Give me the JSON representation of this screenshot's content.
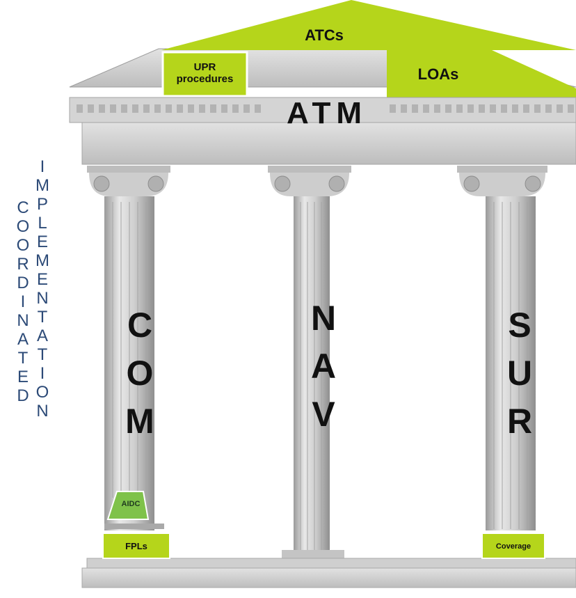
{
  "roof": {
    "top_label": "ATCs",
    "left_box": "UPR procedures",
    "right_box": "LOAs",
    "entablature_label": "ATM"
  },
  "pillars": [
    {
      "id": "com",
      "letters": [
        "C",
        "O",
        "M"
      ]
    },
    {
      "id": "nav",
      "letters": [
        "N",
        "A",
        "V"
      ]
    },
    {
      "id": "sur",
      "letters": [
        "S",
        "U",
        "R"
      ]
    }
  ],
  "base_labels": {
    "left": "FPLs",
    "right": "Coverage",
    "aidc": "AIDC"
  },
  "side_text": {
    "coordinated": [
      "C",
      "O",
      "O",
      "R",
      "D",
      "I",
      "N",
      "A",
      "T",
      "E",
      "D"
    ],
    "implementation": [
      "I",
      "M",
      "P",
      "L",
      "E",
      "M",
      "E",
      "N",
      "T",
      "A",
      "T",
      "I",
      "O",
      "N"
    ]
  },
  "colors": {
    "accent_green": "#b5d51b",
    "side_text": "#2c4a77",
    "stone": "#c9c9c9"
  }
}
